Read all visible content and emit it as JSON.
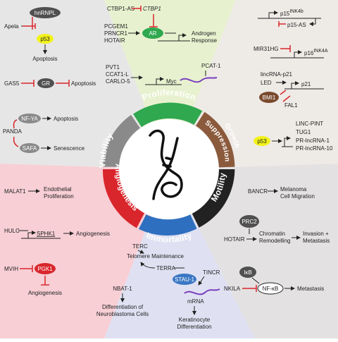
{
  "center": {
    "icon": "lncRNA-strand-icon"
  },
  "ring_labels": {
    "proliferation": "Proliferation",
    "growth_suppression_1": "Growth",
    "growth_suppression_2": "Suppression",
    "motility": "Motility",
    "immortality": "Immortality",
    "angiogenesis": "Angiogenesis",
    "viability": "Viability"
  },
  "colors": {
    "proliferation": "#2fa84f",
    "growth_suppression": "#8b5a3c",
    "motility": "#222222",
    "immortality": "#2f6fc0",
    "angiogenesis": "#d9262c",
    "viability": "#8a8a8a",
    "bg_proliferation": "#e7f0cf",
    "bg_growth": "#eeeae6",
    "bg_motility": "#e5e3e3",
    "bg_immortality": "#dfe1f1",
    "bg_angiogenesis": "#f6cfd5",
    "bg_viability": "#e6e6e6",
    "yellow": "#f2f21a",
    "green_pill": "#2fa84f",
    "blue_pill": "#3a77c4",
    "red_pill": "#d9262c",
    "dark_pill": "#505050",
    "brown_pill": "#7a4a2e"
  },
  "viability": {
    "apela": "Apela",
    "hnrnpl": "hnRNPL",
    "p53": "p53",
    "apoptosis_1": "Apoptosis",
    "gas5": "GAS5",
    "gr": "GR",
    "apoptosis_2": "Apoptosis",
    "nfya": "NF-YA",
    "apoptosis_3": "Apoptosis",
    "panda": "PANDA",
    "safa": "SAFA",
    "senescence": "Senescence"
  },
  "proliferation": {
    "ctbp1_as": "CTBP1-AS",
    "ctbp1": "CTBP1",
    "pcgem1": "PCGEM1",
    "prncr1": "PRNCR1",
    "hotair": "HOTAIR",
    "ar": "AR",
    "androgen": "Androgen",
    "response": "Response",
    "pvt1": "PVT1",
    "ccat1_l": "CCAT1-L",
    "carlo5": "CARLO-5",
    "myc": "Myc",
    "pcat1": "PCAT-1"
  },
  "growth": {
    "p15": "p15",
    "ink4b": "INK4b",
    "p15as": "p15-AS",
    "mir31hg": "MIR31HG",
    "p16": "p16",
    "ink4a": "INK4A",
    "lincrna_p21": "lincRNA-p21",
    "led": "LED",
    "p21": "p21",
    "bmi1": "BMI1",
    "fal1": "FAL1",
    "p53": "p53",
    "linc_pint": "LINC-PINT",
    "tug1": "TUG1",
    "pr1": "PR-lncRNA-1",
    "pr10": "PR-lncRNA-10"
  },
  "motility": {
    "bancr": "BANCR",
    "melanoma": "Melanoma",
    "cell_migration": "Cell Migration",
    "prc2": "PRC2",
    "hotair": "HOTAIR",
    "chromatin": "Chromatin",
    "remodelling": "Remodelling",
    "invasion": "Invasion +",
    "metastasis_1": "Metastasis",
    "ikb": "IκB",
    "nkila": "NKILA",
    "nfkb": "NF-κB",
    "metastasis_2": "Metastasis"
  },
  "immortality": {
    "terc": "TERC",
    "telomere": "Telomere Maintenance",
    "terra": "TERRA",
    "stau1": "STAU-1",
    "tincr": "TINCR",
    "mrna": "mRNA",
    "keratinocyte": "Keratinocyte",
    "differentiation_k": "Differentiation",
    "nbat1": "NBAT-1",
    "differentiation_of": "Differentiation of",
    "neuroblastoma": "Neuroblastoma Cells"
  },
  "angiogenesis": {
    "malat1": "MALAT1",
    "endothelial": "Endothelial",
    "proliferation": "Proliferation",
    "hulc": "HULC",
    "sphk1": "SPHK1",
    "angio_1": "Angiogenesis",
    "mvih": "MVIH",
    "pgk1": "PGK1",
    "angio_2": "Angiogenesis"
  }
}
